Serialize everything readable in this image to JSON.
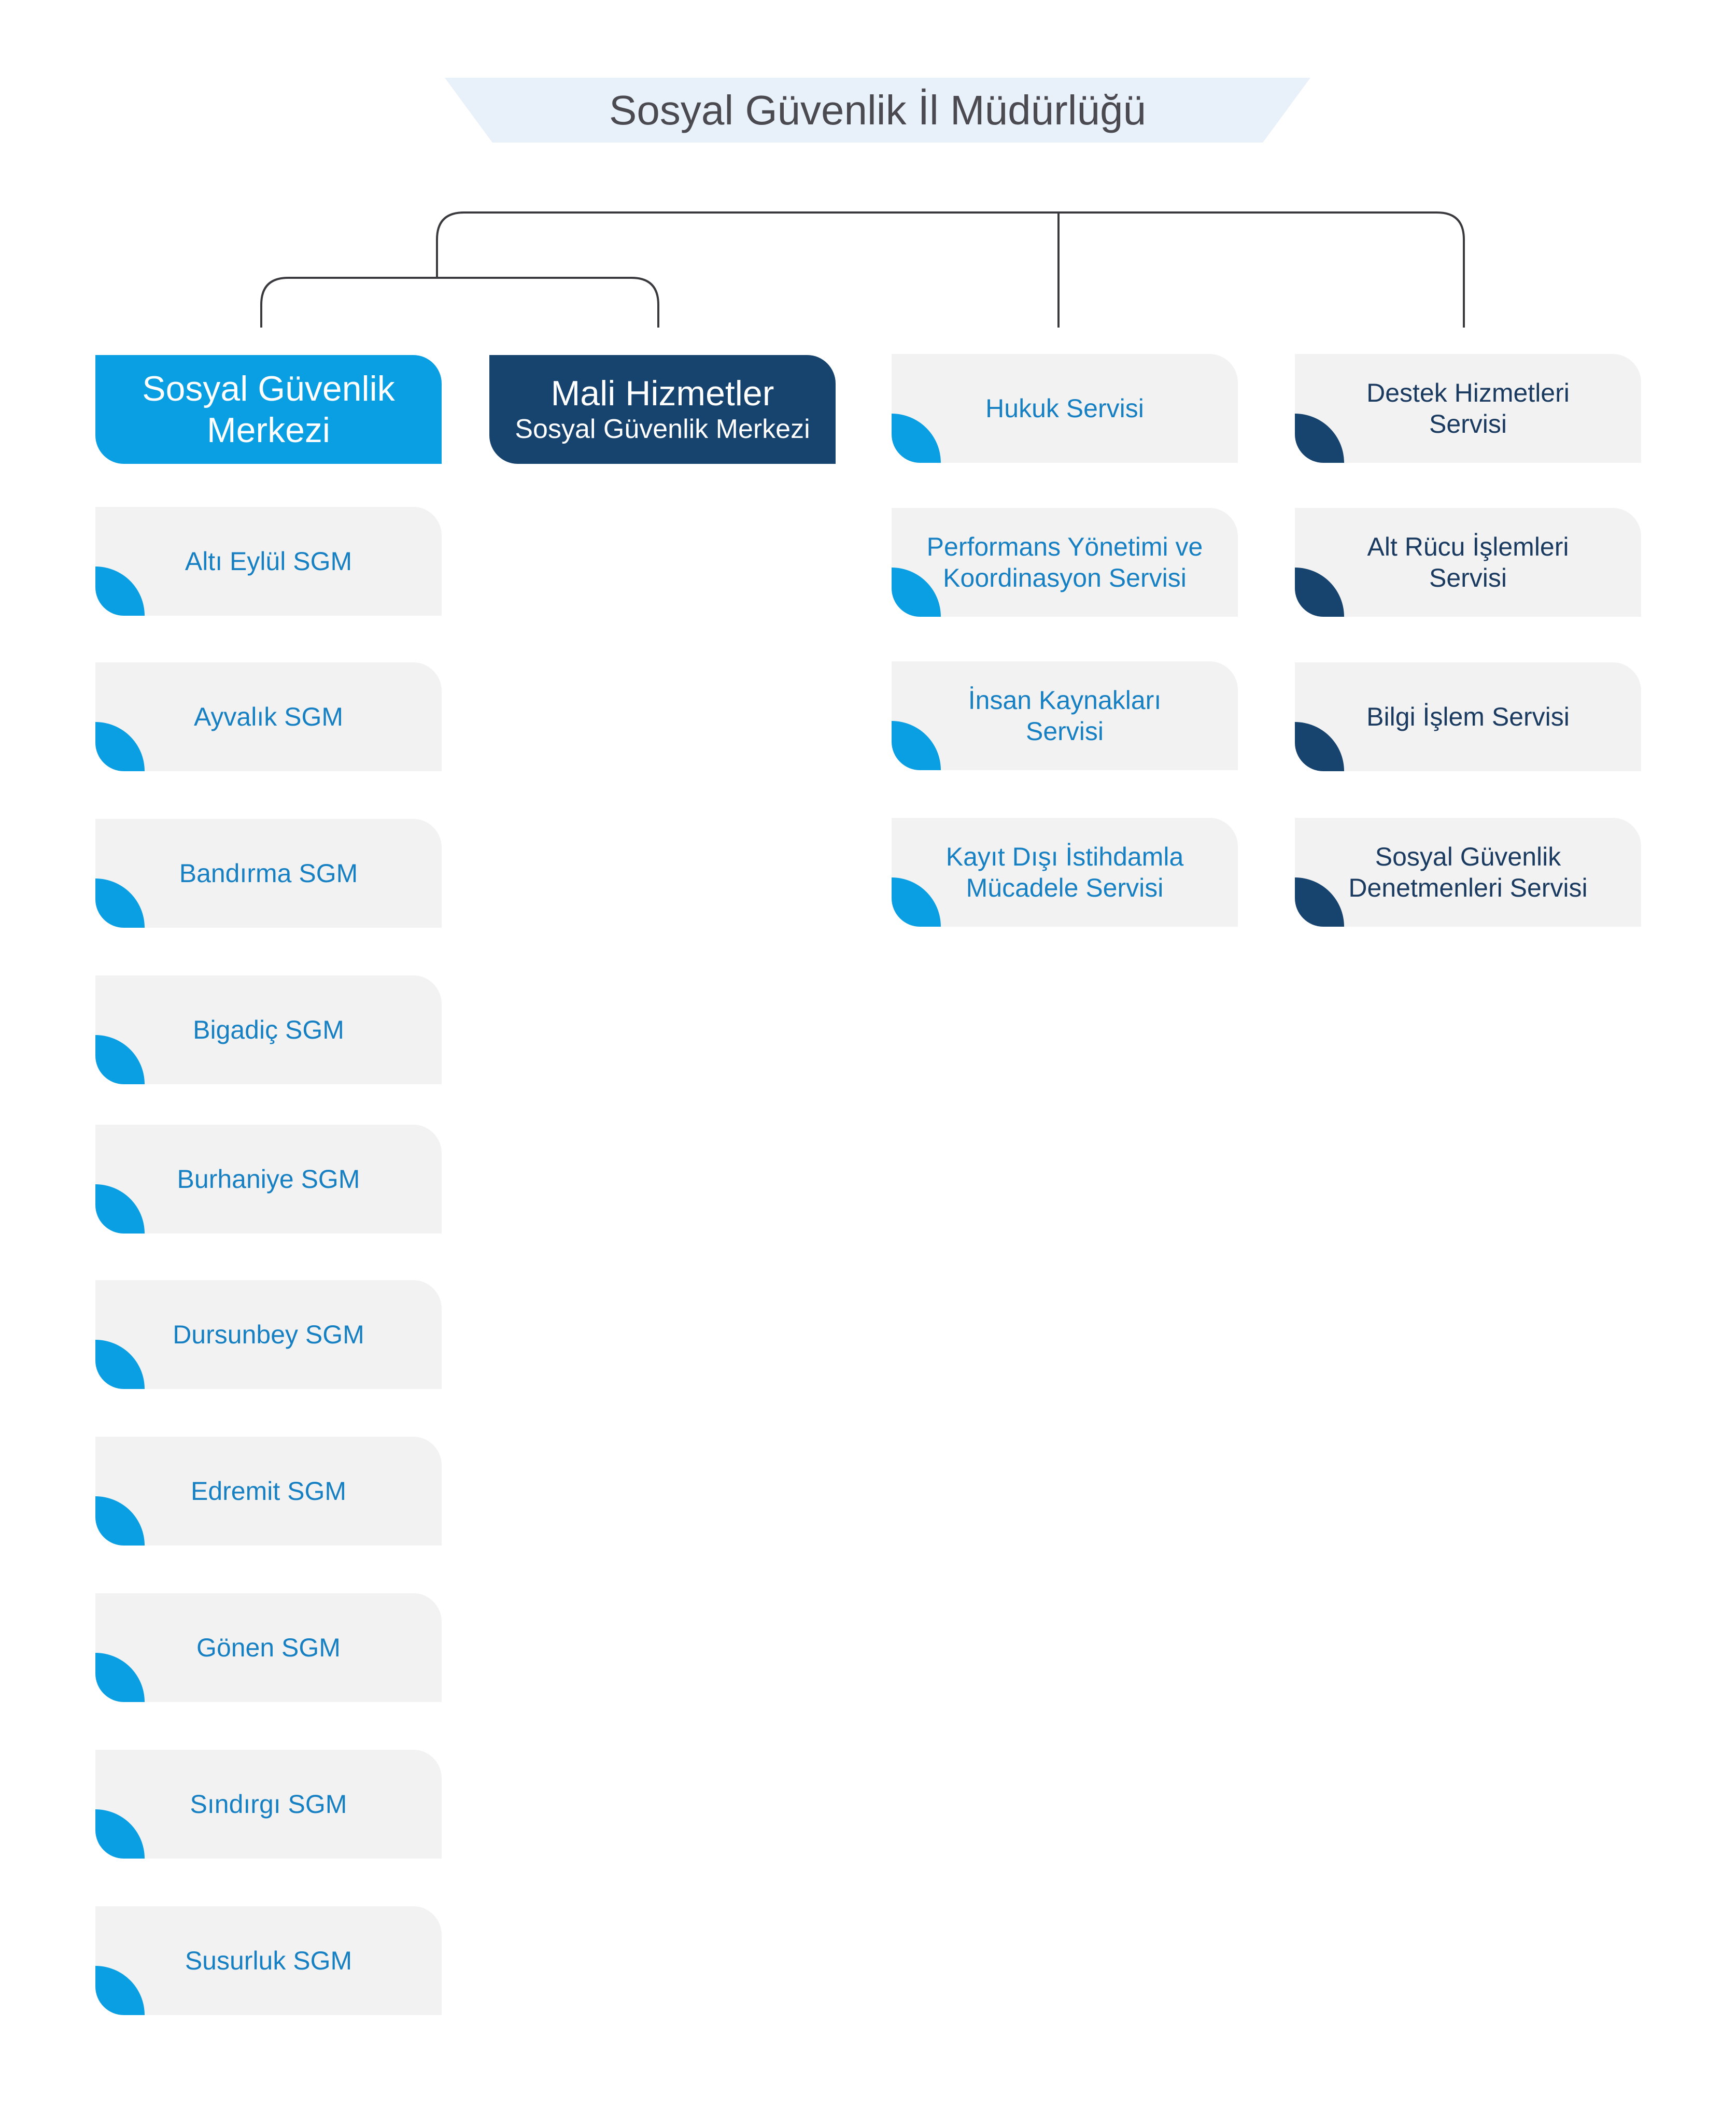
{
  "title": "Sosyal Güvenlik İl Müdürlüğü",
  "headers": {
    "sgm": {
      "line1": "Sosyal Güvenlik",
      "line2": "Merkezi"
    },
    "mali": {
      "line1": "Mali Hizmetler",
      "line2": "Sosyal Güvenlik Merkezi"
    }
  },
  "sgm_items": [
    "Altı Eylül SGM",
    "Ayvalık SGM",
    "Bandırma SGM",
    "Bigadiç SGM",
    "Burhaniye SGM",
    "Dursunbey SGM",
    "Edremit SGM",
    "Gönen SGM",
    "Sındırgı SGM",
    "Susurluk SGM"
  ],
  "services_col3": [
    "Hukuk Servisi",
    "Performans Yönetimi ve\nKoordinasyon Servisi",
    "İnsan Kaynakları\nServisi",
    "Kayıt Dışı İstihdamla\nMücadele Servisi"
  ],
  "services_col4": [
    "Destek Hizmetleri\nServisi",
    "Alt Rücu İşlemleri\nServisi",
    "Bilgi İşlem Servisi",
    "Sosyal Güvenlik\nDenetmenleri Servisi"
  ],
  "colors": {
    "light_blue": "#0a9fe3",
    "dark_navy": "#17436f",
    "card_bg": "#f2f2f3",
    "banner_bg": "#e8f0fa"
  }
}
